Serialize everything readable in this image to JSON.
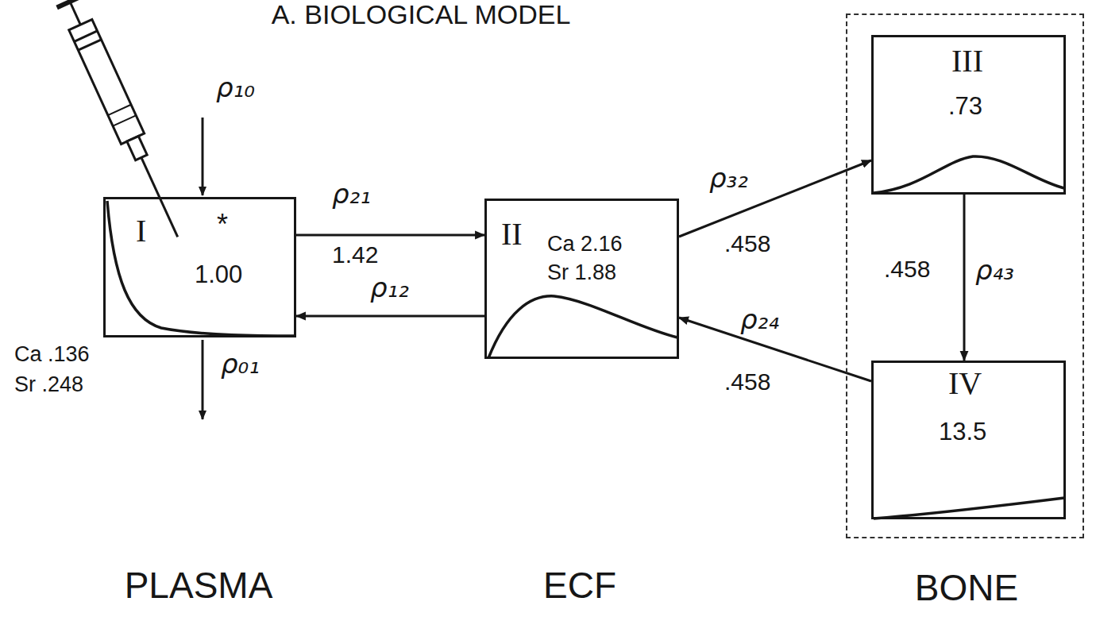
{
  "diagram": {
    "title": "A. BIOLOGICAL MODEL",
    "nodes": [
      {
        "text": [
          "I",
          "*",
          "1.00"
        ]
      },
      {
        "text": [
          "II",
          "Ca 2.16",
          "Sr 1.88"
        ]
      },
      {
        "text": [
          "BONE"
        ]
      },
      {
        "text": [
          "III",
          ".73"
        ],
        "in": 2
      },
      {
        "text": [
          "IV",
          "13.5"
        ],
        "in": 2
      }
    ],
    "edges": [
      {
        "from": 0,
        "to": 1,
        "arrow": "to",
        "label": "ρ₂₁"
      },
      {
        "from": 1,
        "to": 0,
        "arrow": "to",
        "label": "ρ₁₂"
      },
      {
        "from": 1,
        "to": 3,
        "arrow": "to",
        "label": "ρ₃₂"
      },
      {
        "from": 3,
        "to": 4,
        "arrow": "to",
        "label": "ρ₄₃"
      },
      {
        "from": 4,
        "to": 1,
        "arrow": "to",
        "label": "ρ₂₄"
      }
    ],
    "labels": [
      "ρ₁₀",
      "ρ₀₁",
      "Ca .136",
      "Sr .248",
      "1.42",
      ".458",
      ".458",
      ".458",
      "PLASMA",
      "ECF"
    ]
  }
}
